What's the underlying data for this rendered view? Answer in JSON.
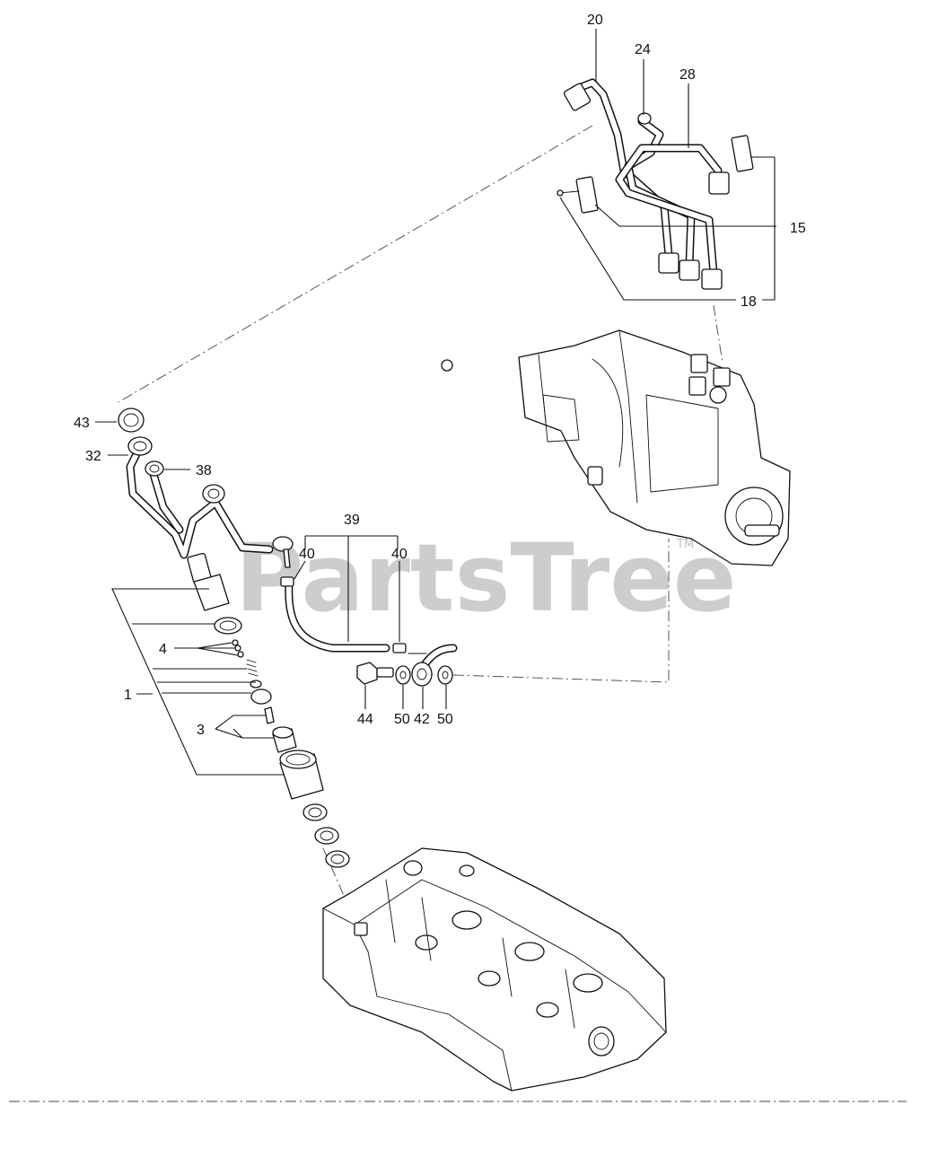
{
  "watermark": {
    "brand": "PartsTree",
    "trademark": "TM"
  },
  "callouts": {
    "c20": "20",
    "c24": "24",
    "c28": "28",
    "c15": "15",
    "c18": "18",
    "c43": "43",
    "c32": "32",
    "c38": "38",
    "c39": "39",
    "c40a": "40",
    "c40b": "40",
    "c4": "4",
    "c1": "1",
    "c3": "3",
    "c44": "44",
    "c50a": "50",
    "c42": "42",
    "c50b": "50"
  },
  "colors": {
    "line": "#111111",
    "watermark": "#bdbdbd",
    "background": "#ffffff"
  }
}
